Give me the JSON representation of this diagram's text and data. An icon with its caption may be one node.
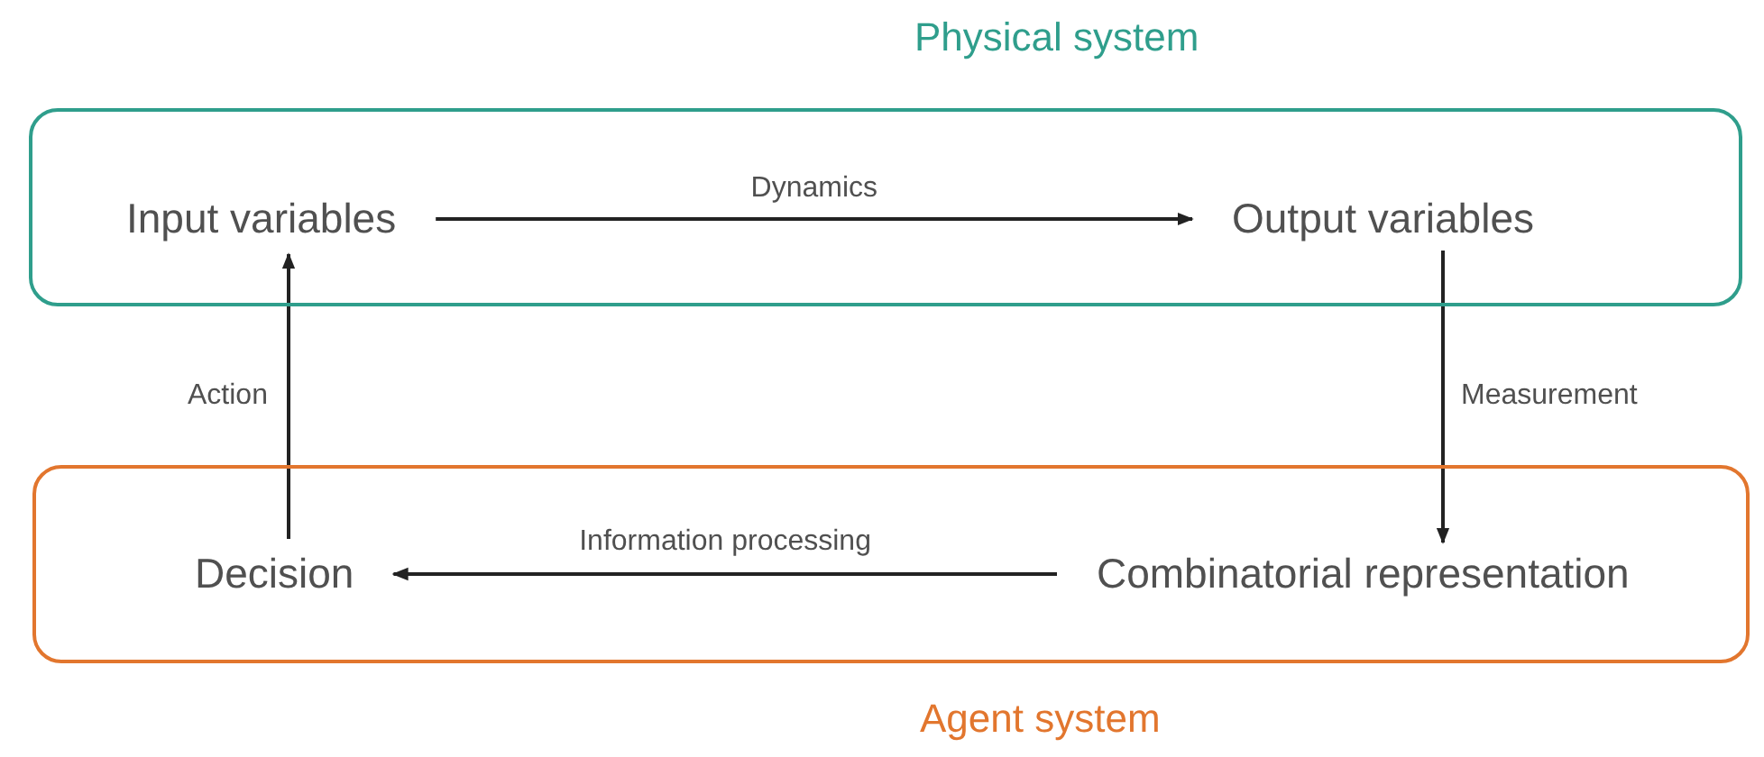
{
  "diagram": {
    "nodes": [
      {
        "text": [
          "Physical system"
        ]
      },
      {
        "text": [
          "Input variables"
        ],
        "in": 0
      },
      {
        "text": [
          "Output variables"
        ],
        "in": 0
      },
      {
        "text": [
          "Agent system"
        ]
      },
      {
        "text": [
          "Decision"
        ],
        "in": 3
      },
      {
        "text": [
          "Combinatorial representation"
        ],
        "in": 3
      }
    ],
    "edges": [
      {
        "from": 1,
        "to": 2,
        "arrow": "to",
        "label": "Dynamics"
      },
      {
        "from": 2,
        "to": 5,
        "arrow": "to",
        "label": "Measurement"
      },
      {
        "from": 5,
        "to": 4,
        "arrow": "to",
        "label": "Information processing"
      },
      {
        "from": 4,
        "to": 1,
        "arrow": "to",
        "label": "Action"
      }
    ]
  }
}
